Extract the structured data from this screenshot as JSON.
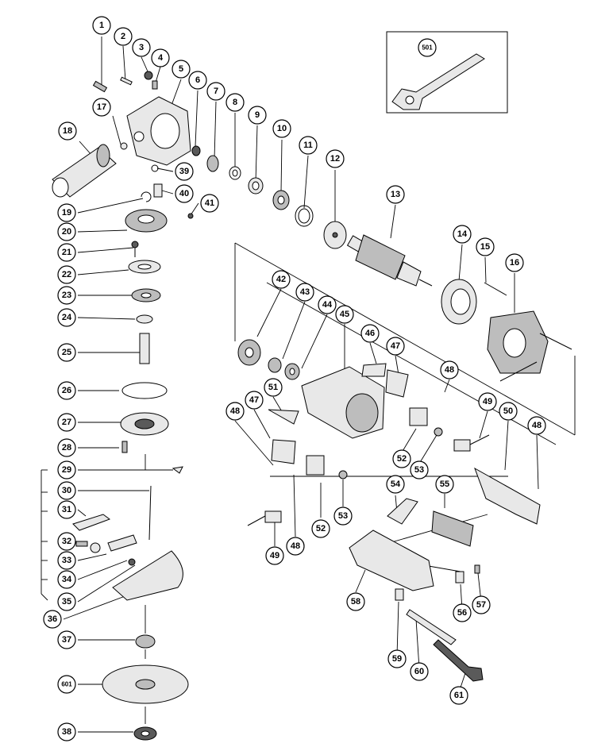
{
  "diagram": {
    "type": "exploded-parts-diagram",
    "callouts": [
      {
        "id": "c1",
        "label": "1"
      },
      {
        "id": "c2",
        "label": "2"
      },
      {
        "id": "c3",
        "label": "3"
      },
      {
        "id": "c4",
        "label": "4"
      },
      {
        "id": "c5",
        "label": "5"
      },
      {
        "id": "c6",
        "label": "6"
      },
      {
        "id": "c7",
        "label": "7"
      },
      {
        "id": "c8",
        "label": "8"
      },
      {
        "id": "c9",
        "label": "9"
      },
      {
        "id": "c10",
        "label": "10"
      },
      {
        "id": "c11",
        "label": "11"
      },
      {
        "id": "c12",
        "label": "12"
      },
      {
        "id": "c13",
        "label": "13"
      },
      {
        "id": "c14",
        "label": "14"
      },
      {
        "id": "c15",
        "label": "15"
      },
      {
        "id": "c16",
        "label": "16"
      },
      {
        "id": "c17",
        "label": "17"
      },
      {
        "id": "c18",
        "label": "18"
      },
      {
        "id": "c19",
        "label": "19"
      },
      {
        "id": "c20",
        "label": "20"
      },
      {
        "id": "c21",
        "label": "21"
      },
      {
        "id": "c22",
        "label": "22"
      },
      {
        "id": "c23",
        "label": "23"
      },
      {
        "id": "c24",
        "label": "24"
      },
      {
        "id": "c25",
        "label": "25"
      },
      {
        "id": "c26",
        "label": "26"
      },
      {
        "id": "c27",
        "label": "27"
      },
      {
        "id": "c28",
        "label": "28"
      },
      {
        "id": "c29",
        "label": "29"
      },
      {
        "id": "c30",
        "label": "30"
      },
      {
        "id": "c31",
        "label": "31"
      },
      {
        "id": "c32",
        "label": "32"
      },
      {
        "id": "c33",
        "label": "33"
      },
      {
        "id": "c34",
        "label": "34"
      },
      {
        "id": "c35",
        "label": "35"
      },
      {
        "id": "c36",
        "label": "36"
      },
      {
        "id": "c37",
        "label": "37"
      },
      {
        "id": "c601",
        "label": "601"
      },
      {
        "id": "c38",
        "label": "38"
      },
      {
        "id": "c39",
        "label": "39"
      },
      {
        "id": "c40",
        "label": "40"
      },
      {
        "id": "c41",
        "label": "41"
      },
      {
        "id": "c42",
        "label": "42"
      },
      {
        "id": "c43",
        "label": "43"
      },
      {
        "id": "c44",
        "label": "44"
      },
      {
        "id": "c45",
        "label": "45"
      },
      {
        "id": "c46",
        "label": "46"
      },
      {
        "id": "c47a",
        "label": "47"
      },
      {
        "id": "c48a",
        "label": "48"
      },
      {
        "id": "c49a",
        "label": "49"
      },
      {
        "id": "c50",
        "label": "50"
      },
      {
        "id": "c48b",
        "label": "48"
      },
      {
        "id": "c51",
        "label": "51"
      },
      {
        "id": "c48c",
        "label": "48"
      },
      {
        "id": "c47b",
        "label": "47"
      },
      {
        "id": "c52a",
        "label": "52"
      },
      {
        "id": "c53a",
        "label": "53"
      },
      {
        "id": "c48d",
        "label": "48"
      },
      {
        "id": "c52b",
        "label": "52"
      },
      {
        "id": "c53b",
        "label": "53"
      },
      {
        "id": "c49b",
        "label": "49"
      },
      {
        "id": "c54",
        "label": "54"
      },
      {
        "id": "c55",
        "label": "55"
      },
      {
        "id": "c58",
        "label": "58"
      },
      {
        "id": "c56",
        "label": "56"
      },
      {
        "id": "c57",
        "label": "57"
      },
      {
        "id": "c59",
        "label": "59"
      },
      {
        "id": "c60",
        "label": "60"
      },
      {
        "id": "c61",
        "label": "61"
      },
      {
        "id": "c501",
        "label": "501"
      }
    ]
  }
}
